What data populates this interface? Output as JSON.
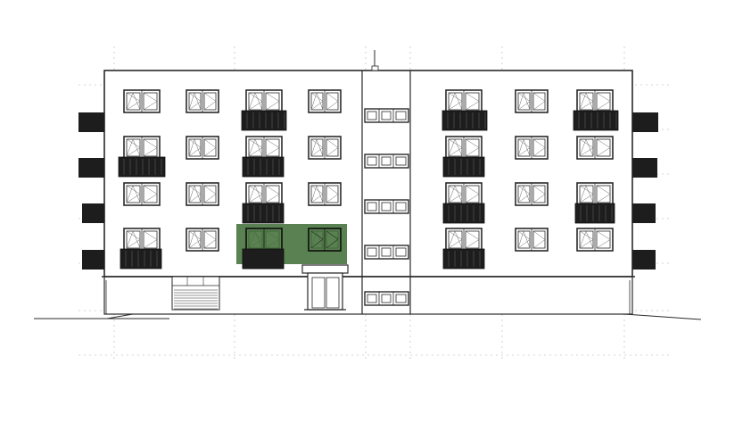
{
  "drawing": {
    "kind": "building elevation",
    "floors": 4,
    "colors": {
      "line": "#2a2a2a",
      "grid": "#c8c8c8",
      "railing": "#1d1d1d",
      "highlight": "#3d6b34",
      "background": "#ffffff"
    },
    "highlight_opacity": 0.85
  }
}
